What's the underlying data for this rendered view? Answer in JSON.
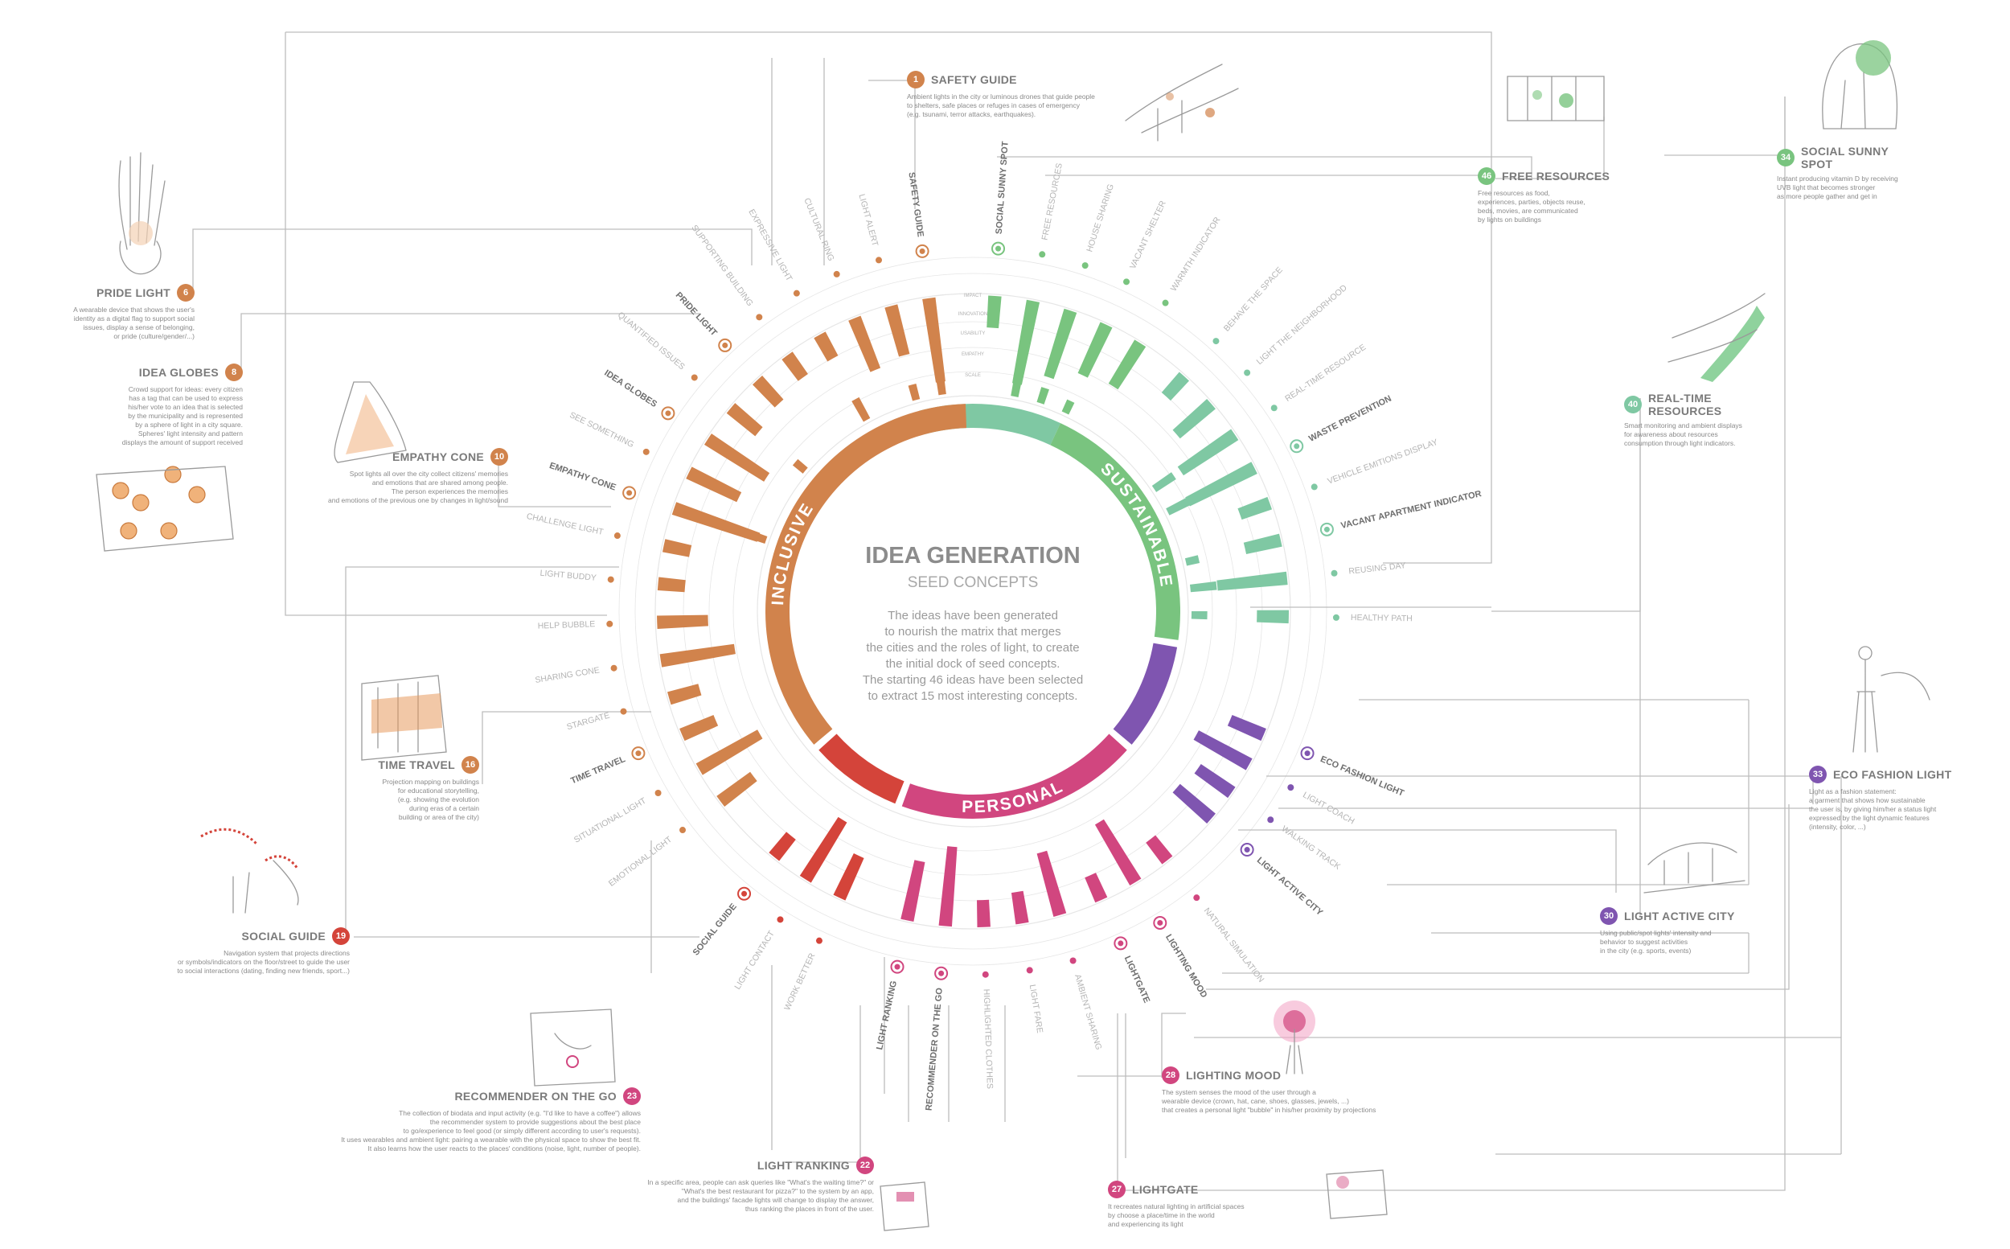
{
  "center": {
    "title": "IDEA GENERATION",
    "subtitle": "SEED CONCEPTS",
    "description": [
      "The ideas have been generated",
      "to nourish the matrix that merges",
      "the cities and the roles of light, to create",
      "the initial dock of seed concepts.",
      "The starting 46 ideas have been selected",
      "to extract 15 most interesting concepts."
    ]
  },
  "categories": [
    {
      "name": "SUSTAINABLE",
      "color": "#7fc8a3",
      "start": 345,
      "end": 25
    },
    {
      "name": "SUSTAINABLE",
      "color": "#79c47f",
      "start": 25,
      "end": 98
    },
    {
      "name": "",
      "color": "#7f55b0",
      "start": 100,
      "end": 130
    },
    {
      "name": "PERSONAL",
      "color": "#d1467f",
      "start": 132,
      "end": 200
    },
    {
      "name": "",
      "color": "#d4443a",
      "start": 202,
      "end": 228
    },
    {
      "name": "INCLUSIVE",
      "color": "#d1834c",
      "start": 230,
      "end": 358
    }
  ],
  "ring_labels": [
    "IMPACT",
    "INNOVATION",
    "USABILITY",
    "EMPATHY",
    "SCALE"
  ],
  "ideas": [
    {
      "label": "SOCIAL SUNNY SPOT",
      "angle": 4,
      "bold": true,
      "icon": "ring",
      "color": "#79c47f",
      "bars": [
        0.35
      ]
    },
    {
      "label": "FREE RESOURCES",
      "angle": 11,
      "bold": false,
      "icon": "dot",
      "color": "#79c47f",
      "bars": [
        0.9,
        0.4
      ]
    },
    {
      "label": "HOUSE SHARING",
      "angle": 18,
      "bold": false,
      "icon": "dot",
      "color": "#79c47f",
      "bars": [
        0.75,
        0.3
      ]
    },
    {
      "label": "VACANT SHELTER",
      "angle": 25,
      "bold": false,
      "icon": "dot",
      "color": "#79c47f",
      "bars": [
        0.6,
        0.25
      ]
    },
    {
      "label": "WARMTH INDICATOR",
      "angle": 32,
      "bold": false,
      "icon": "dot",
      "color": "#79c47f",
      "bars": [
        0.55
      ]
    },
    {
      "label": "BEHAVE THE SPACE",
      "angle": 42,
      "bold": false,
      "icon": "dot",
      "color": "#7fc8a3",
      "bars": [
        0.3
      ]
    },
    {
      "label": "LIGHT THE NEIGHBORHOOD",
      "angle": 49,
      "bold": false,
      "icon": "dot",
      "color": "#7fc8a3",
      "bars": [
        0.5
      ]
    },
    {
      "label": "REAL-TIME RESOURCE",
      "angle": 56,
      "bold": false,
      "icon": "dot",
      "color": "#7fc8a3",
      "bars": [
        0.7,
        0.45
      ]
    },
    {
      "label": "WASTE PREVENTION",
      "angle": 63,
      "bold": true,
      "icon": "ring",
      "color": "#7fc8a3",
      "bars": [
        0.8,
        0.55
      ]
    },
    {
      "label": "VEHICLE EMITIONS DISPLAY",
      "angle": 70,
      "bold": false,
      "icon": "dot",
      "color": "#7fc8a3",
      "bars": [
        0.35
      ]
    },
    {
      "label": "VACANT APARTMENT INDICATOR",
      "angle": 77,
      "bold": true,
      "icon": "ring",
      "color": "#7fc8a3",
      "bars": [
        0.4,
        0.25
      ]
    },
    {
      "label": "REUSING DAY",
      "angle": 84,
      "bold": false,
      "icon": "dot",
      "color": "#7fc8a3",
      "bars": [
        0.75,
        0.5
      ]
    },
    {
      "label": "HEALTHY PATH",
      "angle": 91,
      "bold": false,
      "icon": "dot",
      "color": "#7fc8a3",
      "bars": [
        0.35,
        0.3
      ]
    },
    {
      "label": "ECO FASHION LIGHT",
      "angle": 113,
      "bold": true,
      "icon": "ring",
      "color": "#7f55b0",
      "bars": [
        0.4
      ]
    },
    {
      "label": "LIGHT COACH",
      "angle": 119,
      "bold": false,
      "icon": "dot",
      "color": "#7f55b0",
      "bars": [
        0.65
      ]
    },
    {
      "label": "WALKING TRACK",
      "angle": 125,
      "bold": false,
      "icon": "dot",
      "color": "#7f55b0",
      "bars": [
        0.45
      ]
    },
    {
      "label": "LIGHT ACTIVE CITY",
      "angle": 131,
      "bold": true,
      "icon": "ring",
      "color": "#7f55b0",
      "bars": [
        0.5
      ]
    },
    {
      "label": "NATURAL SIMULATION",
      "angle": 142,
      "bold": false,
      "icon": "dot",
      "color": "#d1467f",
      "bars": [
        0.3
      ]
    },
    {
      "label": "LIGHTING MOOD",
      "angle": 149,
      "bold": true,
      "icon": "ring",
      "color": "#d1467f",
      "bars": [
        0.75
      ]
    },
    {
      "label": "LIGHTGATE",
      "angle": 156,
      "bold": true,
      "icon": "ring",
      "color": "#d1467f",
      "bars": [
        0.3
      ]
    },
    {
      "label": "AMBIENT SHARING",
      "angle": 164,
      "bold": false,
      "icon": "dot",
      "color": "#d1467f",
      "bars": [
        0.7
      ]
    },
    {
      "label": "LIGHT FARE",
      "angle": 171,
      "bold": false,
      "icon": "dot",
      "color": "#d1467f",
      "bars": [
        0.35
      ]
    },
    {
      "label": "HIGHLIGHTED CLOTHES",
      "angle": 178,
      "bold": false,
      "icon": "dot",
      "color": "#d1467f",
      "bars": [
        0.3
      ]
    },
    {
      "label": "RECOMMENDER ON THE GO",
      "angle": 185,
      "bold": true,
      "icon": "ring",
      "color": "#d1467f",
      "bars": [
        0.85
      ]
    },
    {
      "label": "LIGHT RANKING",
      "angle": 192,
      "bold": true,
      "icon": "ring",
      "color": "#d1467f",
      "bars": [
        0.65
      ]
    },
    {
      "label": "WORK BETTER",
      "angle": 205,
      "bold": false,
      "icon": "dot",
      "color": "#d4443a",
      "bars": [
        0.5
      ]
    },
    {
      "label": "LIGHT CONTACT",
      "angle": 212,
      "bold": false,
      "icon": "dot",
      "color": "#d4443a",
      "bars": [
        0.75
      ]
    },
    {
      "label": "SOCIAL GUIDE",
      "angle": 219,
      "bold": true,
      "icon": "ring",
      "color": "#d4443a",
      "bars": [
        0.3
      ]
    },
    {
      "label": "EMOTIONAL LIGHT",
      "angle": 233,
      "bold": false,
      "icon": "dot",
      "color": "#d1834c",
      "bars": [
        0.45
      ]
    },
    {
      "label": "SITUATIONAL LIGHT",
      "angle": 240,
      "bold": false,
      "icon": "dot",
      "color": "#d1834c",
      "bars": [
        0.75
      ]
    },
    {
      "label": "TIME TRAVEL",
      "angle": 247,
      "bold": true,
      "icon": "ring",
      "color": "#d1834c",
      "bars": [
        0.4
      ]
    },
    {
      "label": "STARGATE",
      "angle": 254,
      "bold": false,
      "icon": "dot",
      "color": "#d1834c",
      "bars": [
        0.35
      ]
    },
    {
      "label": "SHARING CONE",
      "angle": 261,
      "bold": false,
      "icon": "dot",
      "color": "#d1834c",
      "bars": [
        0.8
      ]
    },
    {
      "label": "HELP BUBBLE",
      "angle": 268,
      "bold": false,
      "icon": "dot",
      "color": "#d1834c",
      "bars": [
        0.55
      ]
    },
    {
      "label": "LIGHT BUDDY",
      "angle": 275,
      "bold": false,
      "icon": "dot",
      "color": "#d1834c",
      "bars": [
        0.3
      ]
    },
    {
      "label": "CHALLENGE LIGHT",
      "angle": 282,
      "bold": false,
      "icon": "dot",
      "color": "#d1834c",
      "bars": [
        0.3
      ]
    },
    {
      "label": "EMPATHY CONE",
      "angle": 289,
      "bold": true,
      "icon": "ring",
      "color": "#d1834c",
      "bars": [
        0.95,
        0.55
      ]
    },
    {
      "label": "SEE SOMETHING",
      "angle": 296,
      "bold": false,
      "icon": "dot",
      "color": "#d1834c",
      "bars": [
        0.6
      ]
    },
    {
      "label": "IDEA GLOBES",
      "angle": 303,
      "bold": true,
      "icon": "ring",
      "color": "#d1834c",
      "bars": [
        0.75
      ]
    },
    {
      "label": "QUANTIFIED ISSUES",
      "angle": 310,
      "bold": false,
      "icon": "dot",
      "color": "#d1834c",
      "bars": [
        0.4,
        0.25
      ]
    },
    {
      "label": "PRIDE LIGHT",
      "angle": 317,
      "bold": true,
      "icon": "ring",
      "color": "#d1834c",
      "bars": [
        0.35
      ]
    },
    {
      "label": "SUPPORTING BUILDING",
      "angle": 324,
      "bold": false,
      "icon": "dot",
      "color": "#d1834c",
      "bars": [
        0.3
      ]
    },
    {
      "label": "EXPRESSIVE LIGHT",
      "angle": 331,
      "bold": false,
      "icon": "dot",
      "color": "#d1834c",
      "bars": [
        0.3,
        0.45
      ]
    },
    {
      "label": "CULTURAL RING",
      "angle": 338,
      "bold": false,
      "icon": "dot",
      "color": "#d1834c",
      "bars": [
        0.6
      ]
    },
    {
      "label": "LIGHT ALERT",
      "angle": 345,
      "bold": false,
      "icon": "dot",
      "color": "#d1834c",
      "bars": [
        0.55,
        0.3
      ]
    },
    {
      "label": "SAFETY GUIDE",
      "angle": 352,
      "bold": true,
      "icon": "ring",
      "color": "#d1834c",
      "bars": [
        0.9,
        0.6
      ]
    }
  ],
  "callouts": [
    {
      "id": "safety-guide",
      "num": "1",
      "title": "SAFETY GUIDE",
      "color": "#d1834c",
      "align": "left",
      "lines": [
        "Ambient lights in the city or luminous drones that guide people",
        "to shelters, safe places or refuges in cases of emergency",
        "(e.g. tsunami, terror attacks, earthquakes)."
      ]
    },
    {
      "id": "pride-light",
      "num": "6",
      "title": "PRIDE LIGHT",
      "color": "#d1834c",
      "align": "right",
      "lines": [
        "A wearable device that shows the user's",
        "identity as a digital flag to support social",
        "issues, display a sense of belonging,",
        "or pride (culture/gender/...)"
      ]
    },
    {
      "id": "idea-globes",
      "num": "8",
      "title": "IDEA GLOBES",
      "color": "#d1834c",
      "align": "right",
      "lines": [
        "Crowd support for ideas: every citizen",
        "has a tag that can be used to express",
        "his/her vote to an idea that is selected",
        "by the municipality and is represented",
        "by a sphere of light in a city square.",
        "Spheres' light intensity and pattern",
        "displays the amount of support received"
      ]
    },
    {
      "id": "empathy-cone",
      "num": "10",
      "title": "EMPATHY CONE",
      "color": "#d1834c",
      "align": "right",
      "lines": [
        "Spot lights all over the city collect citizens' memories",
        "and emotions that are shared among people.",
        "The person experiences the memories",
        "and emotions of the previous one by changes in light/sound"
      ]
    },
    {
      "id": "time-travel",
      "num": "16",
      "title": "TIME TRAVEL",
      "color": "#d1834c",
      "align": "right",
      "lines": [
        "Projection mapping on buildings",
        "for educational storytelling,",
        "(e.g. showing the evolution",
        "during eras of a certain",
        "building or area of the city)"
      ]
    },
    {
      "id": "social-guide",
      "num": "19",
      "title": "SOCIAL GUIDE",
      "color": "#d4443a",
      "align": "right",
      "lines": [
        "Navigation system that projects directions",
        "or symbols/indicators on the floor/street to guide the user",
        "to social interactions (dating, finding new friends, sport...)"
      ]
    },
    {
      "id": "recommender",
      "num": "23",
      "title": "RECOMMENDER ON THE GO",
      "color": "#d1467f",
      "align": "right",
      "lines": [
        "The collection of biodata and input activity (e.g. \"I'd like to have a coffee\") allows",
        "the recommender system to provide suggestions about the best place",
        "to go/experience to feel good (or simply different according to user's requests).",
        "It uses wearables and ambient light: pairing a wearable with the physical space to show the best fit.",
        "It also learns how the user reacts to the places' conditions (noise, light, number of people)."
      ]
    },
    {
      "id": "light-ranking",
      "num": "22",
      "title": "LIGHT RANKING",
      "color": "#d1467f",
      "align": "right",
      "lines": [
        "In a specific area, people can ask queries like \"What's the waiting time?\" or",
        "\"What's the best restaurant for pizza?\" to the system by an app,",
        "and the buildings' facade lights will change to display the answer,",
        "thus ranking the places in front of the user."
      ]
    },
    {
      "id": "lightgate",
      "num": "27",
      "title": "LIGHTGATE",
      "color": "#d1467f",
      "align": "left",
      "lines": [
        "It recreates natural lighting in artificial spaces",
        "by choose a place/time in the world",
        "and experiencing its light"
      ]
    },
    {
      "id": "lighting-mood",
      "num": "28",
      "title": "LIGHTING MOOD",
      "color": "#d1467f",
      "align": "left",
      "lines": [
        "The system senses the mood of the user through a",
        "wearable device (crown, hat, cane, shoes, glasses, jewels, ...)",
        "that creates a personal light \"bubble\" in his/her proximity by projections"
      ]
    },
    {
      "id": "light-active-city",
      "num": "30",
      "title": "LIGHT ACTIVE CITY",
      "color": "#7f55b0",
      "align": "left",
      "lines": [
        "Using public/spot lights' intensity and",
        "behavior to suggest activities",
        "in the city (e.g. sports, events)"
      ]
    },
    {
      "id": "eco-fashion-light",
      "num": "33",
      "title": "ECO FASHION LIGHT",
      "color": "#7f55b0",
      "align": "left",
      "lines": [
        "Light as a fashion statement:",
        "a garment that shows how sustainable",
        "the user is, by giving him/her a status light",
        "expressed by the light dynamic features",
        "(intensity, color, ...)"
      ]
    },
    {
      "id": "real-time-resources",
      "num": "40",
      "title": "REAL-TIME RESOURCES",
      "color": "#7fc8a3",
      "align": "left",
      "lines": [
        "Smart monitoring and ambient displays",
        "for awareness about resources",
        "consumption through light indicators."
      ]
    },
    {
      "id": "free-resources",
      "num": "46",
      "title": "FREE RESOURCES",
      "color": "#79c47f",
      "align": "left",
      "lines": [
        "Free resources as food,",
        "experiences, parties, objects reuse,",
        "beds, movies, are communicated",
        "by lights on buildings"
      ]
    },
    {
      "id": "social-sunny-spot",
      "num": "34",
      "title": "SOCIAL SUNNY SPOT",
      "color": "#79c47f",
      "align": "left",
      "lines": [
        "Instant producing vitamin D by receiving",
        "UVB light that becomes stronger",
        "as more people gather and get in"
      ]
    }
  ]
}
